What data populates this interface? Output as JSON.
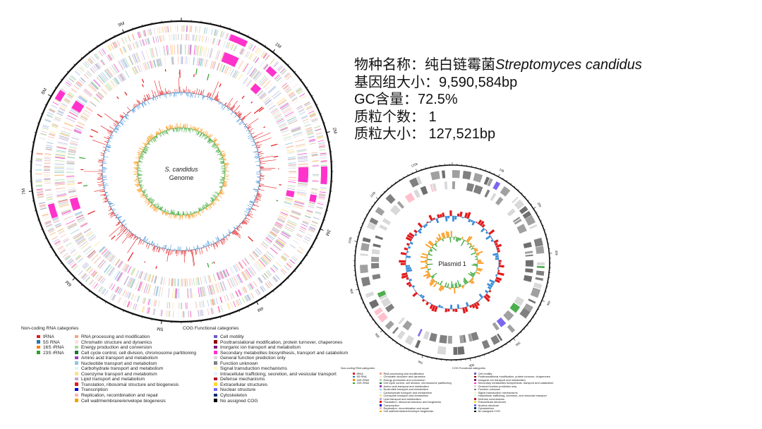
{
  "info": {
    "species_prefix": "物种名称：纯白链霉菌",
    "species_italic": "Streptomyces candidus",
    "genome_size": "基因组大小：9,590,584bp",
    "gc_content": "GC含量：72.5%",
    "plasmid_count": "质粒个数： 1",
    "plasmid_size": "质粒大小： 127,521bp"
  },
  "genome": {
    "center_label_italic": "S. candidus",
    "center_label": "Genome",
    "scale_labels": [
      "1M",
      "2M",
      "3M",
      "4M",
      "5M",
      "6M",
      "7M",
      "8M",
      "9M"
    ]
  },
  "plasmid": {
    "center_label": "Plasmid 1",
    "scale_labels": [
      "0k",
      "10k",
      "20k",
      "30k",
      "40k",
      "50k",
      "60k",
      "70k",
      "80k",
      "90k",
      "100k",
      "110k",
      "120k"
    ]
  },
  "legend": {
    "rna_title": "Non-coding RNA categories",
    "cog_title": "COG Functional categories",
    "rna": [
      {
        "label": "tRNA",
        "color": "#e31a1c"
      },
      {
        "label": "5S RNA",
        "color": "#1f78b4"
      },
      {
        "label": "16S rRNA",
        "color": "#ff7f00"
      },
      {
        "label": "23S rRNA",
        "color": "#33a02c"
      }
    ],
    "cog_col1": [
      {
        "label": "RNA processing and modification",
        "color": "#f4a582"
      },
      {
        "label": "Chromatin structure and dynamics",
        "color": "#fde0dd"
      },
      {
        "label": "Energy production and conversion",
        "color": "#a6dba0"
      },
      {
        "label": "Cell cycle control, cell division, chromosome partitioning",
        "color": "#1b7837"
      },
      {
        "label": "Amino acid transport and metabolism",
        "color": "#9e3ec9"
      },
      {
        "label": "Nucleotide transport and metabolism",
        "color": "#92c5de"
      },
      {
        "label": "Carbohydrate transport and metabolism",
        "color": "#e0f3f8"
      },
      {
        "label": "Coenzyme transport and metabolism",
        "color": "#fee08b"
      },
      {
        "label": "Lipid transport and metabolism",
        "color": "#c2a5cf"
      },
      {
        "label": "Translation, ribosomal structure and biogenesis",
        "color": "#e31a1c"
      },
      {
        "label": "Transcription",
        "color": "#0000cd"
      },
      {
        "label": "Replication, recombination and repair",
        "color": "#fbb4ae"
      },
      {
        "label": "Cell wall/membrane/envelope biogenesis",
        "color": "#f4a300"
      }
    ],
    "cog_col2": [
      {
        "label": "Cell motility",
        "color": "#6a5acd"
      },
      {
        "label": "Posttranslational modification, protein turnover, chaperones",
        "color": "#8b0000"
      },
      {
        "label": "Inorganic ion transport and metabolism",
        "color": "#7b1c7b"
      },
      {
        "label": "Secondary metabolites biosynthesis, transport and catabolism",
        "color": "#ff33cc"
      },
      {
        "label": "General function prediction only",
        "color": "#d9d9d9"
      },
      {
        "label": "Function unknown",
        "color": "#808080"
      },
      {
        "label": "Signal transduction mechanisms",
        "color": "#fff7bc"
      },
      {
        "label": "Intracellular trafficking, secretion, and vesicular transport",
        "color": "#e5f5f9"
      },
      {
        "label": "Defense mechanisms",
        "color": "#b2182b"
      },
      {
        "label": "Extracellular structures",
        "color": "#ffd92f"
      },
      {
        "label": "Nuclear structure",
        "color": "#7b68ee"
      },
      {
        "label": "Cytoskeleton",
        "color": "#08306b"
      },
      {
        "label": "No assigned COG",
        "color": "#000000"
      }
    ]
  }
}
